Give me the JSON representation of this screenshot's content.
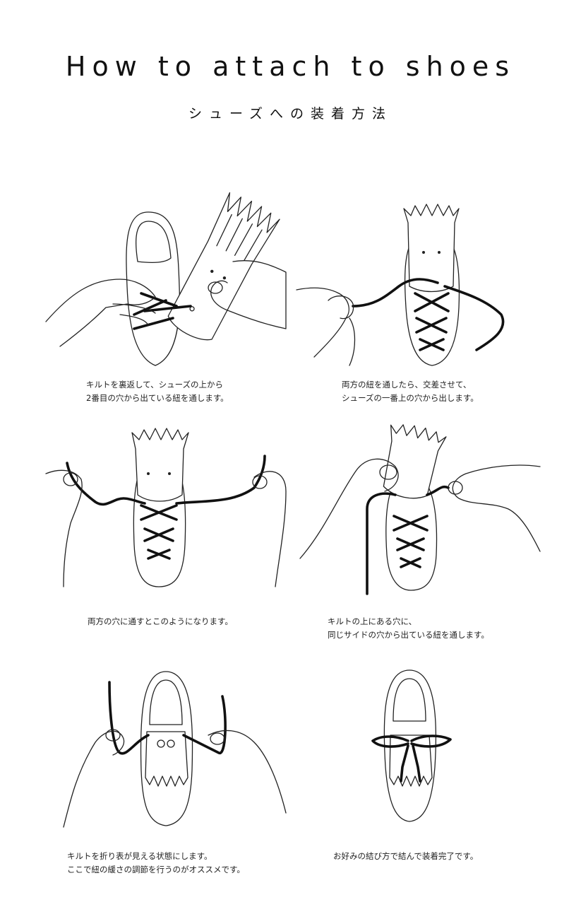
{
  "header": {
    "title": "How to attach to shoes",
    "subtitle": "シューズへの装着方法"
  },
  "steps": [
    {
      "lines": [
        "キルトを裏返して、シューズの上から",
        "2番目の穴から出ている紐を通します。"
      ]
    },
    {
      "lines": [
        "両方の紐を通したら、交差させて、",
        "シューズの一番上の穴から出します。"
      ]
    },
    {
      "lines": [
        "両方の穴に通すとこのようになります。"
      ]
    },
    {
      "lines": [
        "キルトの上にある穴に、",
        "同じサイドの穴から出ている紐を通します。"
      ]
    },
    {
      "lines": [
        "キルトを折り表が見える状態にします。",
        "ここで紐の緩さの調節を行うのがオススメです。"
      ]
    },
    {
      "lines": [
        "お好みの結び方で結んで装着完了です。"
      ]
    }
  ]
}
